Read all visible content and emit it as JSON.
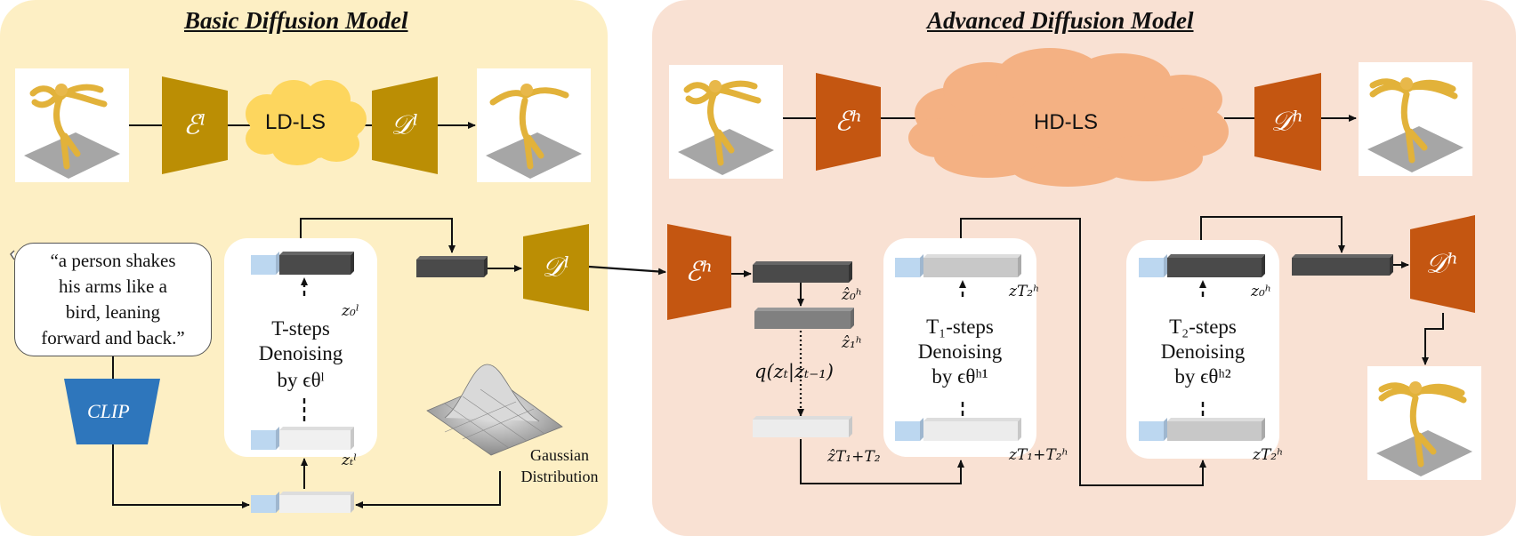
{
  "titles": {
    "basic": "Basic Diffusion Model",
    "advanced": "Advanced Diffusion Model"
  },
  "encoders": {
    "enc_low": "ℰˡ",
    "dec_low_top": "𝒟ˡ",
    "dec_low_mid": "𝒟ˡ",
    "enc_high_top": "ℰʰ",
    "dec_high_top": "𝒟ʰ",
    "enc_high_mid": "ℰʰ",
    "dec_high_mid": "𝒟ʰ"
  },
  "latent_spaces": {
    "low": "LD-LS",
    "high": "HD-LS"
  },
  "text_prompt": {
    "lines": [
      "“a person shakes",
      "his arms like a",
      "bird, leaning",
      "forward and back.”"
    ]
  },
  "clip_label": "CLIP",
  "gaussian_label": [
    "Gaussian",
    "Distribution"
  ],
  "denoise_basic": {
    "line1": "T-steps",
    "line2": "Denoising",
    "line3": "by ϵθˡ",
    "z_top": "z₀ˡ",
    "z_bottom": "zₜˡ"
  },
  "latents_chain": {
    "z0": "ẑ₀ʰ",
    "z1": "ẑ₁ʰ",
    "q": "q(zₜ|zₜ₋₁)",
    "zT": "ẑT₁+T₂"
  },
  "denoise_t1": {
    "line1": "T₁-steps",
    "line2": "Denoising",
    "line3": "by ϵθʰ¹",
    "z_top": "zT₂ʰ",
    "z_bottom": "zT₁+T₂ʰ"
  },
  "denoise_t2": {
    "line1": "T₂-steps",
    "line2": "Denoising",
    "line3": "by ϵθʰ²",
    "z_top": "z₀ʰ",
    "z_bottom": "zT₂ʰ"
  },
  "colors": {
    "gold": "#bb8e04",
    "orange_brown": "#c45611",
    "clip_blue": "#2e76bc",
    "cloud_low": "#fdd65e",
    "cloud_high": "#f4b183",
    "dark_latent": "#4a4a4a",
    "light_blue": "#bcd7f0"
  }
}
